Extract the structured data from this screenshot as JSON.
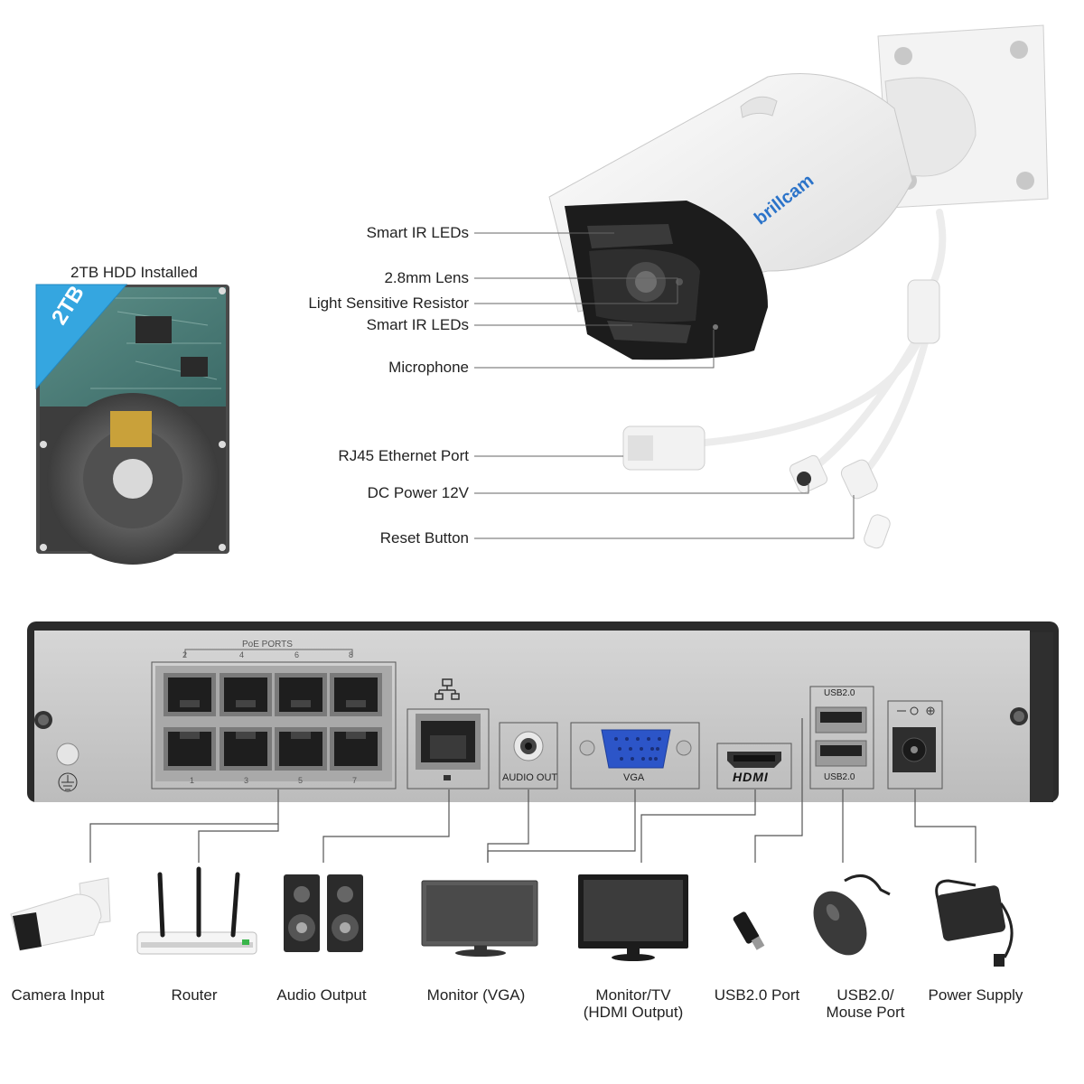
{
  "hdd": {
    "caption": "2TB HDD Installed",
    "badge": "2TB"
  },
  "camera": {
    "brand": "brillcam",
    "callouts": [
      {
        "label": "Smart IR LEDs"
      },
      {
        "label": "2.8mm Lens"
      },
      {
        "label": "Light Sensitive Resistor"
      },
      {
        "label": "Smart IR LEDs"
      },
      {
        "label": "Microphone"
      },
      {
        "label": "RJ45 Ethernet Port"
      },
      {
        "label": "DC Power 12V"
      },
      {
        "label": "Reset Button"
      }
    ]
  },
  "nvr": {
    "poe_title": "PoE PORTS",
    "port_numbers_top": [
      "2",
      "4",
      "6",
      "8"
    ],
    "port_numbers_bottom": [
      "1",
      "3",
      "5",
      "7"
    ],
    "audio_label": "AUDIO OUT",
    "vga_label": "VGA",
    "hdmi_label": "HDMI",
    "usb_top_label": "USB2.0",
    "usb_bottom_label": "USB2.0"
  },
  "devices": [
    {
      "label": "Camera Input"
    },
    {
      "label": "Router"
    },
    {
      "label": "Audio Output"
    },
    {
      "label": "Monitor (VGA)"
    },
    {
      "label": "Monitor/TV\n(HDMI Output)"
    },
    {
      "label": "USB2.0 Port"
    },
    {
      "label": "USB2.0/\nMouse Port"
    },
    {
      "label": "Power Supply"
    }
  ],
  "colors": {
    "panel_frame": "#2b2b2b",
    "panel_face": "#c9c9c9",
    "badge_blue": "#35a6e0",
    "vga_blue": "#2c55c8",
    "line": "#555555"
  }
}
